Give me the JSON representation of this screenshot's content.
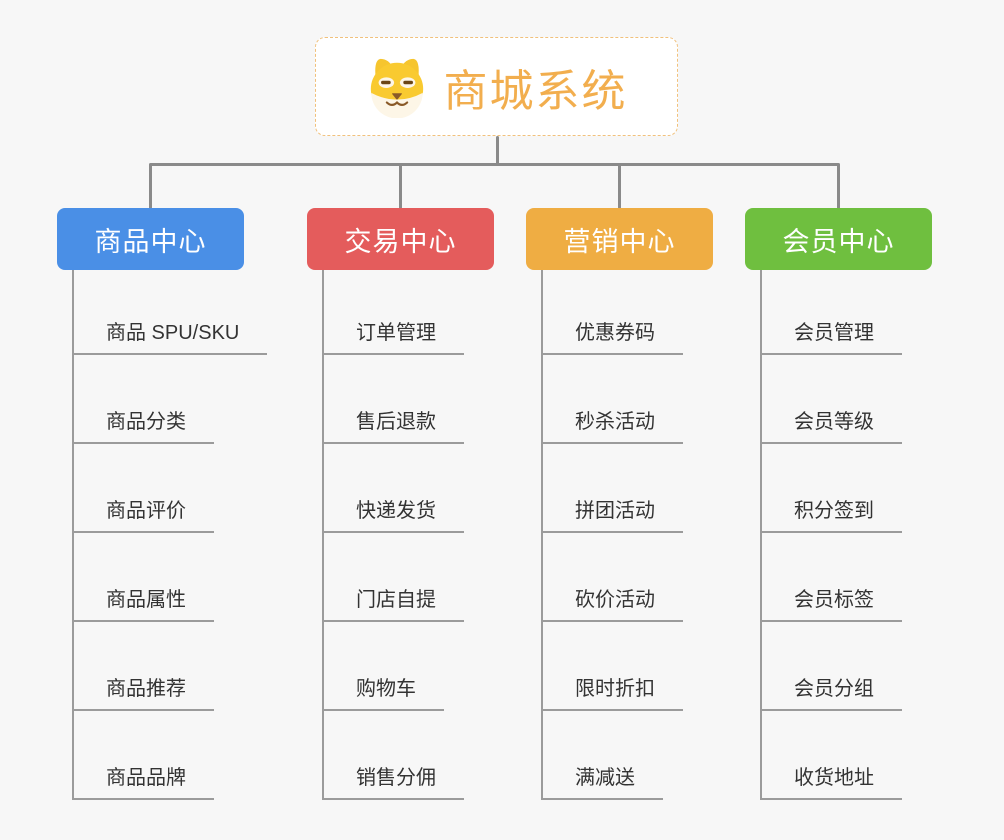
{
  "root": {
    "title": "商城系统",
    "icon": "dog-face-icon"
  },
  "branches": [
    {
      "label": "商品中心",
      "color": "#4a8fe6",
      "items": [
        "商品 SPU/SKU",
        "商品分类",
        "商品评价",
        "商品属性",
        "商品推荐",
        "商品品牌"
      ]
    },
    {
      "label": "交易中心",
      "color": "#e45c5c",
      "items": [
        "订单管理",
        "售后退款",
        "快递发货",
        "门店自提",
        "购物车",
        "销售分佣"
      ]
    },
    {
      "label": "营销中心",
      "color": "#efad43",
      "items": [
        "优惠券码",
        "秒杀活动",
        "拼团活动",
        "砍价活动",
        "限时折扣",
        "满减送"
      ]
    },
    {
      "label": "会员中心",
      "color": "#6fbf3f",
      "items": [
        "会员管理",
        "会员等级",
        "积分签到",
        "会员标签",
        "会员分组",
        "收货地址"
      ]
    }
  ],
  "colors": {
    "root_accent": "#f2ae4e",
    "root_border": "#f1c17c",
    "connector": "#8a8a8a",
    "underline": "#9b9b9b",
    "item_text": "#333333",
    "background": "#f7f7f7"
  }
}
